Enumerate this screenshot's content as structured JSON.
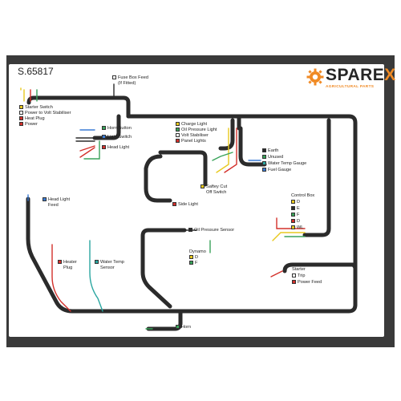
{
  "part_number": "S.65817",
  "brand": {
    "name_left": "SPARE",
    "name_right": "X",
    "tagline": "AGRICULTURAL PARTS",
    "accent": "#f08a24"
  },
  "colors": {
    "cable": "#2b2b2b",
    "red": "#d3302b",
    "green": "#3aa35a",
    "yellow": "#e8c91e",
    "blue": "#3a7bd5",
    "teal": "#2aa6a0",
    "orange": "#e88c2a"
  },
  "labels": {
    "fuse_box": "Fuse Box Feed",
    "fuse_box_sub": "(If Fitted)",
    "starter_switch": "Starter Switch",
    "power_volt": "Power to Volt Stabiliser",
    "heat_plug": "Heat Plug",
    "power": "Power",
    "horn_button": "Horn Button",
    "light_switch": "Light Switch",
    "head_light": "Head Light",
    "charge_light": "Charge Light",
    "oil_pressure_light": "Oil Pressure Light",
    "volt_stabiliser": "Volt Stabiliser",
    "panel_lights": "Panel Lights",
    "earth": "Earth",
    "unused": "Unused",
    "water_temp_gauge": "Water Temp Gauge",
    "fuel_gauge": "Fuel Gauge",
    "safety_cut": "Saftey Cut",
    "off_switch": "Off Switch",
    "side_light": "Side Light",
    "head_light_feed": "Head Light",
    "head_light_feed_2": "Feed",
    "control_box": "Control Box",
    "cb_d": "D",
    "cb_e": "E",
    "cb_f": "F",
    "cb_d2": "D",
    "cb_wl": "WL",
    "oil_pressure_sensor": "Oil Pressure Sensor",
    "dynamo": "Dynamo",
    "dyn_d": "D",
    "dyn_f": "F",
    "heater_plug": "Heater",
    "heater_plug_2": "Plug",
    "water_temp_sensor": "Water Temp",
    "water_temp_sensor_2": "Sensor",
    "starter": "Starter",
    "trip": "Trip",
    "power_feed": "Power Feed",
    "horn": "Horn"
  }
}
